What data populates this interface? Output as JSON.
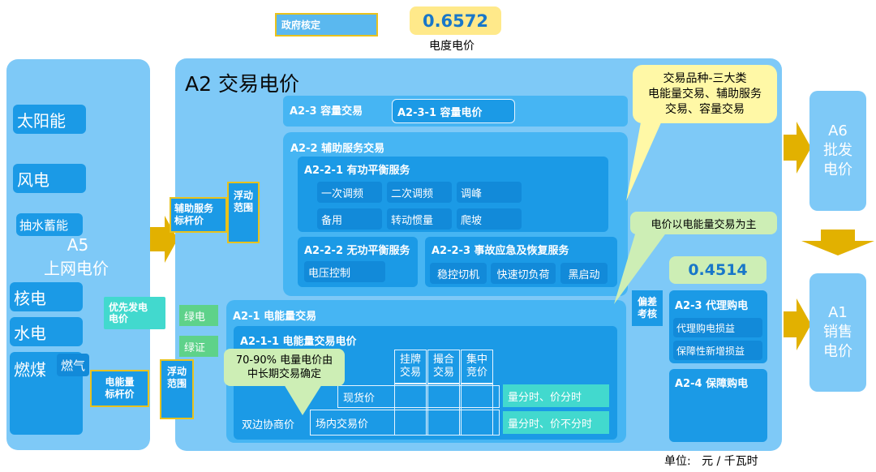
{
  "header": {
    "gov_label": "政府核定",
    "price_value": "0.6572",
    "price_label": "电度电价"
  },
  "a5": {
    "items": [
      "太阳能",
      "风电",
      "抽水蓄能",
      "核电",
      "水电",
      "燃煤",
      "燃气"
    ],
    "title": "A5",
    "subtitle": "上网电价",
    "priority_label": "优先发电\n电价",
    "benchmark_label": "电能量\n标杆价"
  },
  "a2": {
    "title": "A2 交易电价",
    "capacity": {
      "title": "A2-3 容量交易",
      "price": "A2-3-1 容量电价"
    },
    "aux": {
      "title": "A2-2 辅助服务交易",
      "active": {
        "title": "A2-2-1 有功平衡服务",
        "items": [
          "一次调频",
          "二次调频",
          "调峰",
          "备用",
          "转动惯量",
          "爬坡"
        ]
      },
      "reactive": {
        "title": "A2-2-2 无功平衡服务",
        "items": [
          "电压控制"
        ]
      },
      "emergency": {
        "title": "A2-2-3 事故应急及恢复服务",
        "items": [
          "稳控切机",
          "快速切负荷",
          "黑启动"
        ]
      }
    },
    "energy": {
      "title": "A2-1 电能量交易",
      "sub_title": "A2-1-1 电能量交易电价",
      "cols": [
        "挂牌\n交易",
        "撮合\n交易",
        "集中\n竞价"
      ],
      "spot": "现货价",
      "bilateral": "双边协商价",
      "market": "场内交易价",
      "row1_note": "量分时、价分时",
      "row2_note": "量分时、价不分时"
    },
    "aux_benchmark": "辅助服务\n标杆价",
    "float_range_top": "浮动\n范围",
    "float_range_bottom": "浮动\n范围",
    "green_power": "绿电",
    "green_cert": "绿证"
  },
  "callouts": {
    "categories": "交易品种-三大类\n电能量交易、辅助服务\n交易、容量交易",
    "main": "电价以电能量交易为主",
    "ratio": "70-90% 电量电价由\n中长期交易确定"
  },
  "agency": {
    "value": "0.4514",
    "deviation": "偏差\n考核",
    "title": "A2-3 代理购电",
    "items": [
      "代理购电损益",
      "保障性新增损益"
    ],
    "guarantee": "A2-4 保障购电"
  },
  "right": {
    "a6": "A6\n批发\n电价",
    "a1": "A1\n销售\n电价"
  },
  "footer": {
    "unit": "单位:   元 / 千瓦时"
  },
  "colors": {
    "light": "#7ec9f7",
    "mid": "#46b5f3",
    "dark": "#1b9ae6",
    "gold": "#e2b100",
    "callout": "#fff8a6",
    "green": "#5ed28a",
    "cyan": "#42d9ce"
  }
}
